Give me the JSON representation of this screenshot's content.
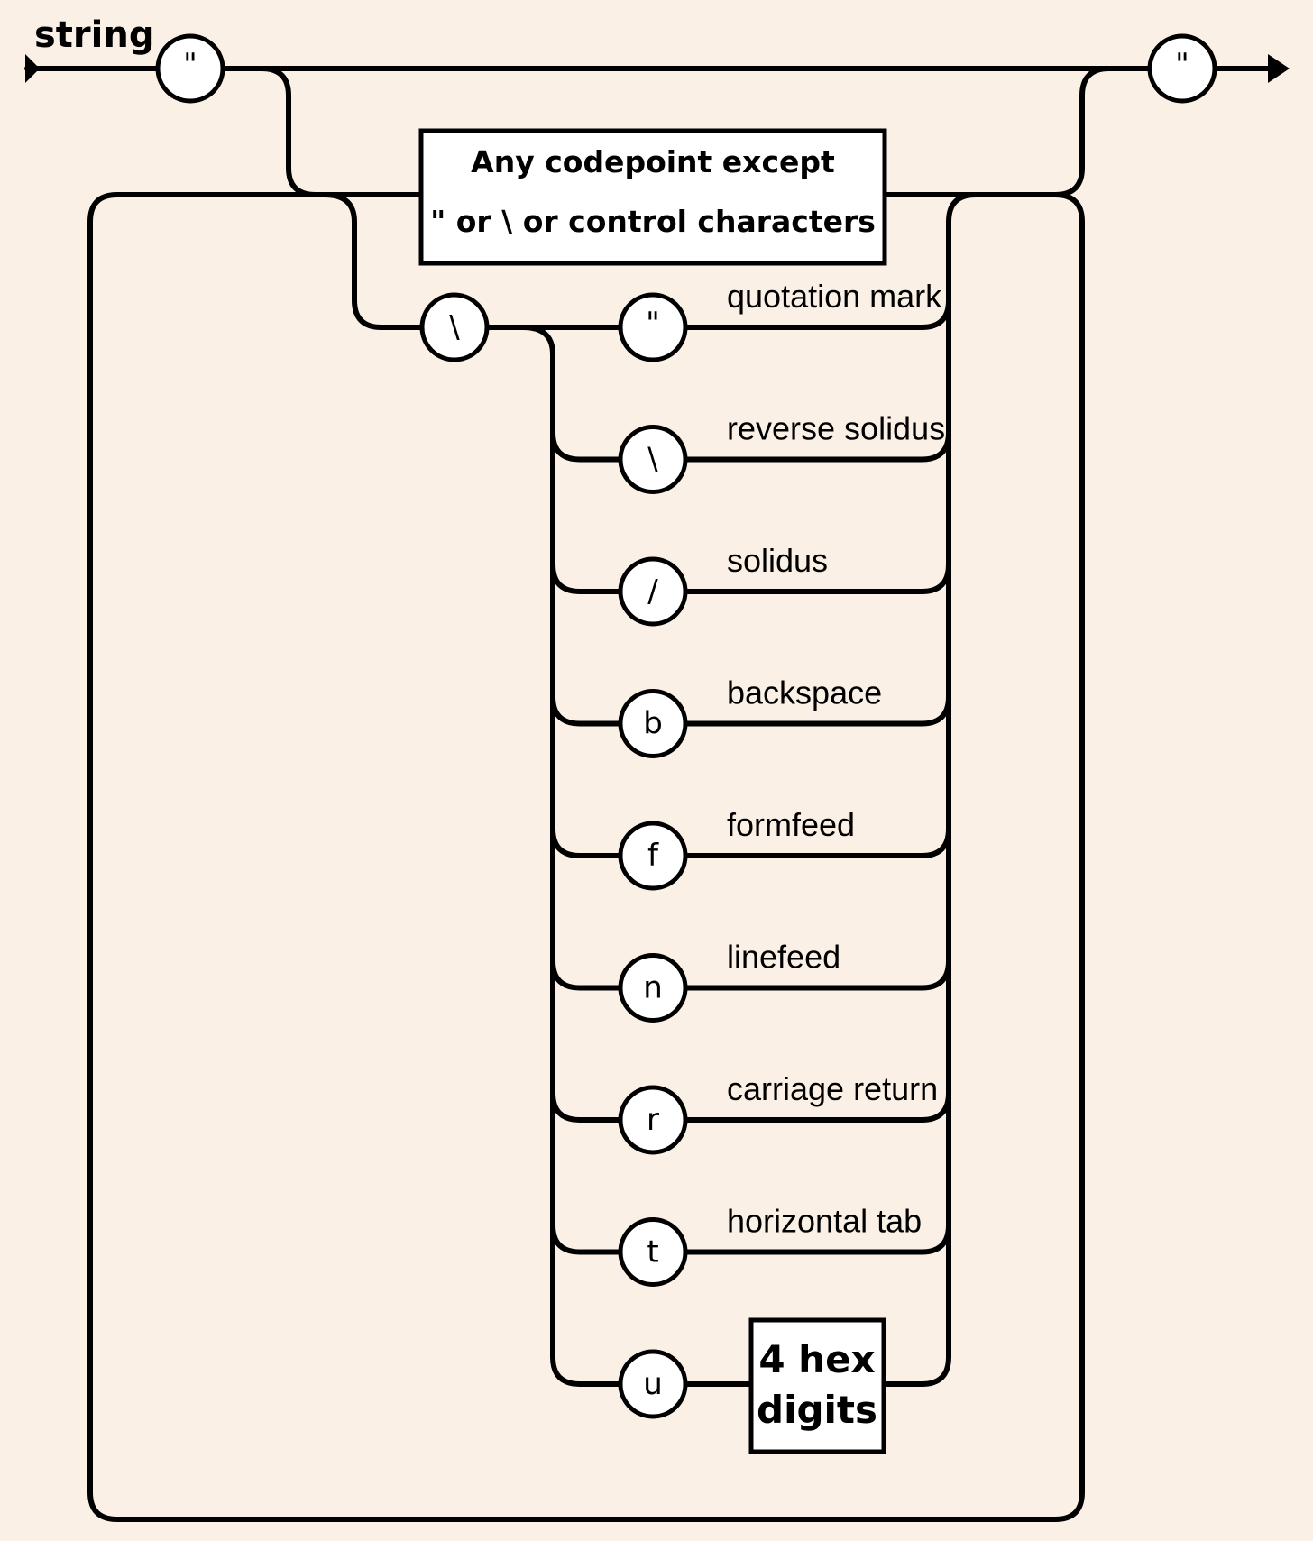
{
  "title": "string",
  "quote_open": "\"",
  "quote_close": "\"",
  "codepoint_box": {
    "line1": "Any codepoint except",
    "line2": "\" or \\ or control characters"
  },
  "backslash": "\\",
  "escapes": [
    {
      "char": "\"",
      "label": "quotation mark"
    },
    {
      "char": "\\",
      "label": "reverse solidus"
    },
    {
      "char": "/",
      "label": "solidus"
    },
    {
      "char": "b",
      "label": "backspace"
    },
    {
      "char": "f",
      "label": "formfeed"
    },
    {
      "char": "n",
      "label": "linefeed"
    },
    {
      "char": "r",
      "label": "carriage return"
    },
    {
      "char": "t",
      "label": "horizontal tab"
    },
    {
      "char": "u",
      "label": ""
    }
  ],
  "hex_box": {
    "line1": "4 hex",
    "line2": "digits"
  }
}
